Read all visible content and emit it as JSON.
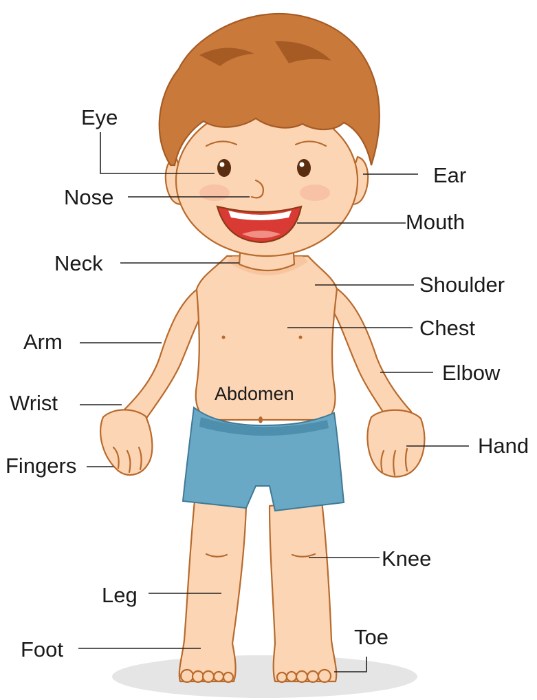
{
  "labels": {
    "eye": "Eye",
    "ear": "Ear",
    "nose": "Nose",
    "mouth": "Mouth",
    "neck": "Neck",
    "shoulder": "Shoulder",
    "chest": "Chest",
    "arm": "Arm",
    "elbow": "Elbow",
    "abdomen": "Abdomen",
    "wrist": "Wrist",
    "hand": "Hand",
    "fingers": "Fingers",
    "knee": "Knee",
    "leg": "Leg",
    "toe": "Toe",
    "foot": "Foot"
  },
  "colors": {
    "skin": "#fcd5b4",
    "skin_shade": "#f3b990",
    "outline": "#b86a2c",
    "hair": "#c9793a",
    "hair_dark": "#a65b24",
    "shorts": "#6aa9c6",
    "shorts_dark": "#4f8fae",
    "mouth": "#d93a34",
    "ground": "#e5e5e5"
  }
}
